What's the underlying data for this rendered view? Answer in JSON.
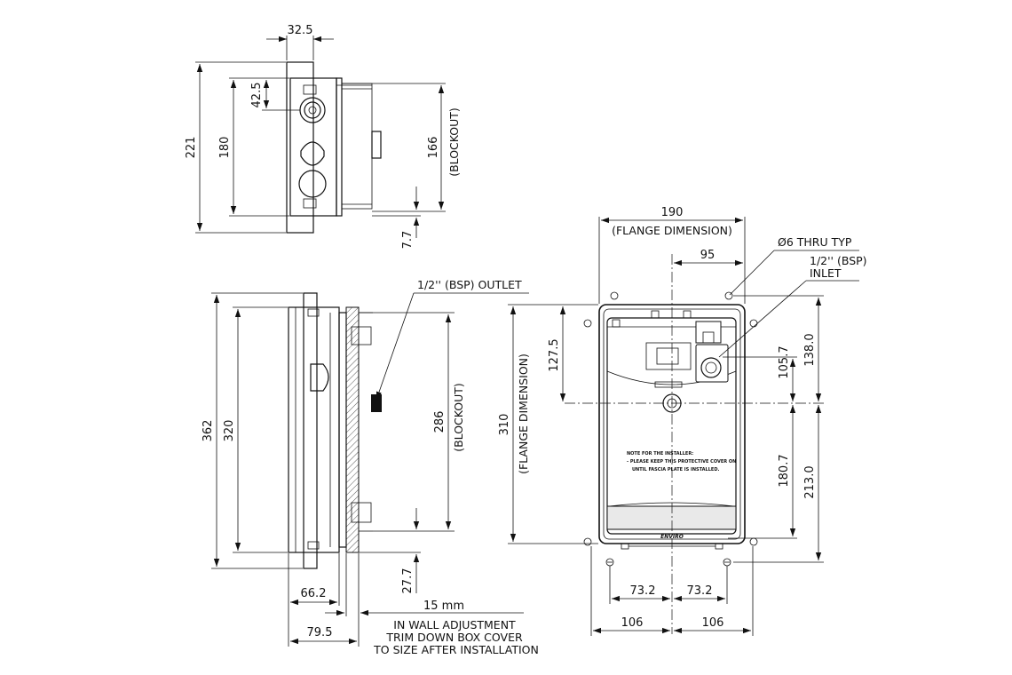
{
  "side_view_top": {
    "dim_width": "32.5",
    "dim_overall_height": "221",
    "dim_height": "180",
    "dim_inlet_offset": "42.5",
    "dim_blockout": "166",
    "label_blockout": "(BLOCKOUT)",
    "dim_offset": "7.7"
  },
  "side_view_bottom": {
    "dim_overall_height": "362",
    "dim_height": "320",
    "dim_blockout": "286",
    "label_blockout": "(BLOCKOUT)",
    "label_outlet": "1/2'' (BSP) OUTLET",
    "dim_offset": "27.7",
    "dim_depth_a": "66.2",
    "dim_depth_b": "79.5",
    "dim_adjustment": "15 mm",
    "note_lines": [
      "IN WALL ADJUSTMENT",
      "TRIM DOWN BOX COVER",
      "TO SIZE AFTER INSTALLATION"
    ]
  },
  "front_view": {
    "dim_flange_width": "190",
    "label_flange_width": "(FLANGE DIMENSION)",
    "dim_center": "95",
    "label_holes": "Ø6 THRU TYP",
    "label_inlet_line1": "1/2'' (BSP)",
    "label_inlet_line2": "INLET",
    "dim_flange_height": "310",
    "label_flange_height": "(FLANGE DIMENSION)",
    "dim_upper_offset": "127.5",
    "dim_inlet_to_center": "105.7",
    "dim_top_to_center": "138.0",
    "dim_center_to_lower": "180.7",
    "dim_center_to_bottom": "213.0",
    "dim_hole_left": "73.2",
    "dim_hole_right": "73.2",
    "dim_half_left": "106",
    "dim_half_right": "106",
    "installer_note": [
      "NOTE FOR THE INSTALLER:",
      "- PLEASE KEEP THIS PROTECTIVE COVER ON",
      "UNTIL  FASCIA PLATE IS INSTALLED."
    ],
    "brand_mark": "ENVIRO"
  }
}
